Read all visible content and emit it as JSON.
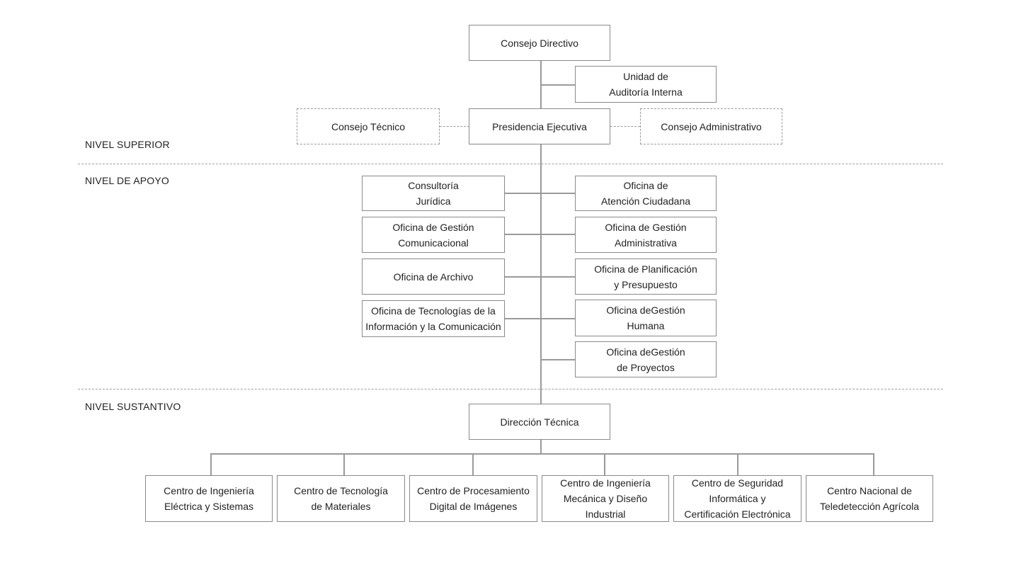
{
  "levels": {
    "superior": "NIVEL SUPERIOR",
    "apoyo": "NIVEL DE APOYO",
    "sustantivo": "NIVEL SUSTANTIVO"
  },
  "nodes": {
    "consejo_directivo": "Consejo Directivo",
    "auditoria_interna": "Unidad de\nAuditoría Interna",
    "presidencia_ejecutiva": "Presidencia Ejecutiva",
    "consejo_tecnico": "Consejo Técnico",
    "consejo_administrativo": "Consejo Administrativo",
    "consultoria_juridica": "Consultoría\nJurídica",
    "atencion_ciudadana": "Oficina de\nAtención Ciudadana",
    "gestion_comunicacional": "Oficina de Gestión\nComunicacional",
    "gestion_administrativa": "Oficina de Gestión\nAdministrativa",
    "oficina_archivo": "Oficina de Archivo",
    "planificacion_presupuesto": "Oficina de Planificación\ny Presupuesto",
    "tecnologias_informacion": "Oficina de Tecnologías de la\nInformación y la Comunicación",
    "gestion_humana": "Oficina deGestión\nHumana",
    "gestion_proyectos": "Oficina deGestión\nde Proyectos",
    "direccion_tecnica": "Dirección Técnica",
    "centro_ingenieria_electrica": "Centro de Ingeniería\nEléctrica y Sistemas",
    "centro_tecnologia_materiales": "Centro de Tecnología\nde Materiales",
    "centro_procesamiento_digital": "Centro de Procesamiento\nDigital de Imágenes",
    "centro_ingenieria_mecanica": "Centro de Ingeniería\nMecánica y Diseño\nIndustrial",
    "centro_seguridad_informatica": "Centro de Seguridad\nInformática y\nCertificación Electrónica",
    "centro_teledeteccion": "Centro Nacional de\nTeledetección Agrícola"
  }
}
